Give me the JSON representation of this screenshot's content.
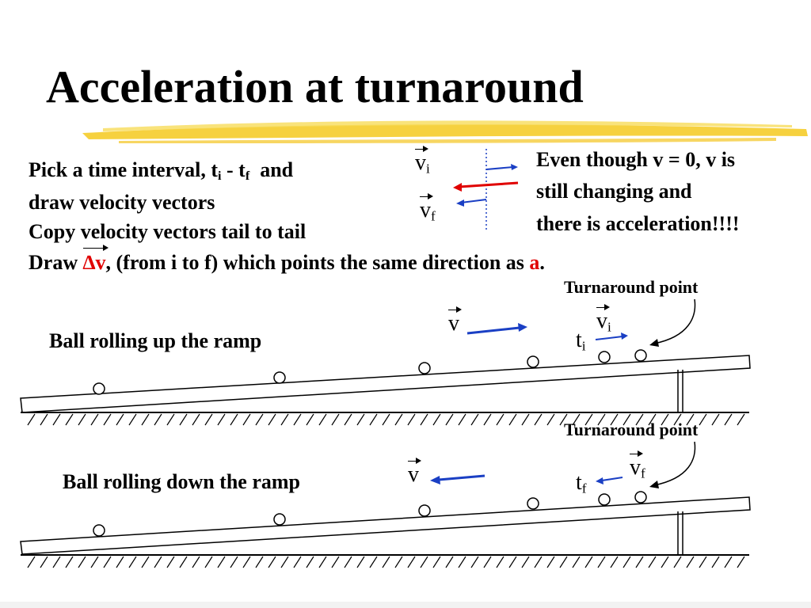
{
  "title": "Acceleration at turnaround",
  "instructions": {
    "line1_prefix": "Pick a time interval, t",
    "line1_sub_i": "i",
    "line1_mid": " - t",
    "line1_sub_f": "f",
    "line1_suffix": "  and",
    "line2": "draw velocity vectors",
    "line3": "Copy velocity vectors tail to tail",
    "line4_prefix": "Draw ",
    "line4_delta": "∆v",
    "line4_mid": ", (from i to f) which points the same direction as ",
    "line4_a": "a",
    "line4_end": "."
  },
  "note": {
    "line1": "Even though v = 0, v is",
    "line2": "still changing and",
    "line3": "there is acceleration!!!!"
  },
  "vector_diagram": {
    "vi_base": "v",
    "vi_sub": "i",
    "vf_base": "v",
    "vf_sub": "f"
  },
  "ramp_up": {
    "label": "Ball rolling up the ramp",
    "turnaround": "Turnaround point",
    "v_label": "v",
    "t_base": "t",
    "t_sub": "i",
    "vec_base": "v",
    "vec_sub": "i"
  },
  "ramp_down": {
    "label": "Ball rolling down the ramp",
    "turnaround": "Turnaround point",
    "v_label": "v",
    "t_base": "t",
    "t_sub": "f",
    "vec_base": "v",
    "vec_sub": "f"
  },
  "colors": {
    "blue": "#1a3fc4",
    "red": "#e00000",
    "highlight": "#f5cc2a",
    "dotted": "#1a3fc4"
  }
}
